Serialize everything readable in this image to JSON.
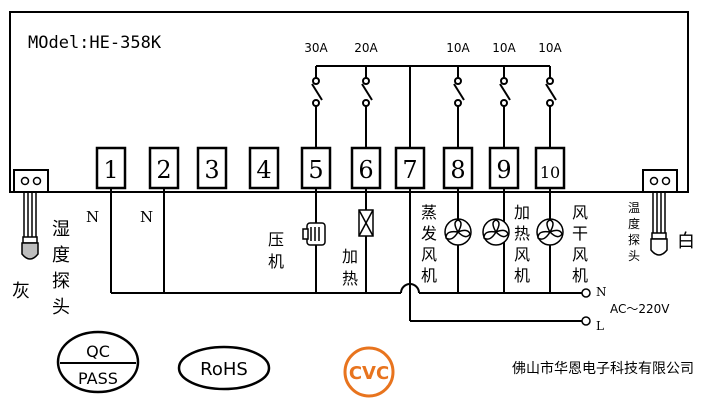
{
  "model": "MOdel:HE-358K",
  "relay_ratings": [
    "30A",
    "20A",
    "10A",
    "10A",
    "10A"
  ],
  "terminals": [
    "1",
    "2",
    "3",
    "4",
    "5",
    "6",
    "7",
    "8",
    "9",
    "10"
  ],
  "neutral_labels": [
    "N",
    "N"
  ],
  "loads": {
    "compressor": [
      "压",
      "机"
    ],
    "heater": [
      "加",
      "热"
    ],
    "steam_fan": [
      "蒸",
      "发",
      "风",
      "机"
    ],
    "heating_fan": [
      "加",
      "热",
      "风",
      "机"
    ],
    "drying_fan": [
      "风",
      "干",
      "风",
      "机"
    ]
  },
  "probes": {
    "humidity_label": [
      "湿",
      "度",
      "探",
      "头"
    ],
    "humidity_color": "灰",
    "temperature_label": [
      "温",
      "度",
      "探",
      "头"
    ],
    "temperature_color": "白"
  },
  "supply": {
    "n_label": "N",
    "l_label": "L",
    "voltage": "AC～220V"
  },
  "certifications": {
    "qc_top": "QC",
    "qc_bottom": "PASS",
    "rohs": "RoHS",
    "cvc": "CVC"
  },
  "company": "佛山市华恩电子科技有限公司",
  "colors": {
    "cvc_orange": "#e8741e",
    "line": "#000000"
  }
}
